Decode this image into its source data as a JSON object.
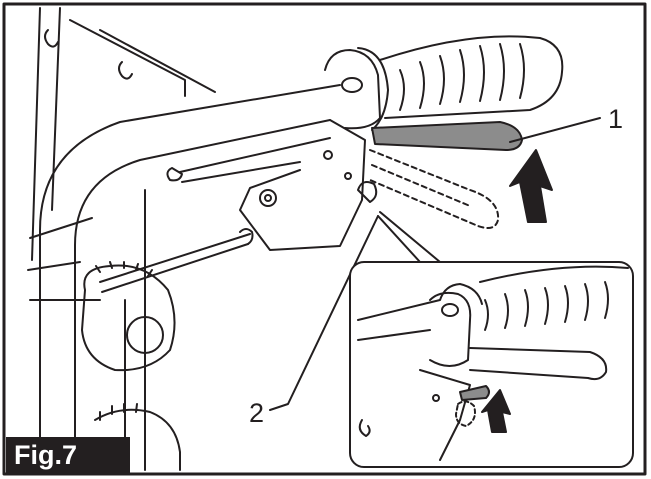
{
  "figure": {
    "label": "Fig.7",
    "callouts": [
      {
        "id": "1",
        "text": "1"
      },
      {
        "id": "2",
        "text": "2"
      }
    ]
  },
  "colors": {
    "ink": "#231f20",
    "lever_gray": "#8c8c8c",
    "background": "#ffffff"
  }
}
